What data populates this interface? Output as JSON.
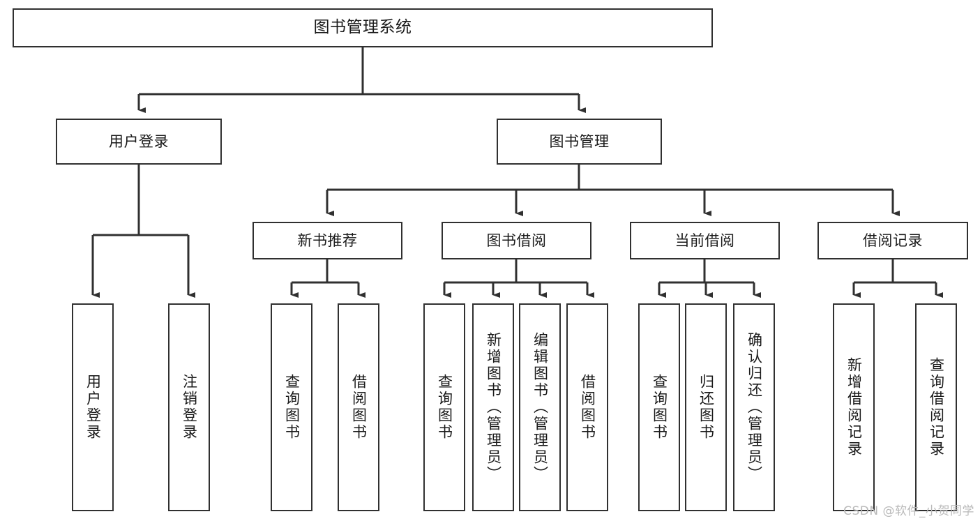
{
  "diagram": {
    "title": "图书管理系统",
    "type": "tree-hierarchy",
    "watermark": "CSDN @软件_小贺同学",
    "colors": {
      "stroke": "#303030",
      "fill": "#ffffff",
      "text": "#1a1a1a",
      "watermark": "#b9b9b9"
    },
    "root": {
      "label": "图书管理系统"
    },
    "level1": [
      {
        "label": "用户登录"
      },
      {
        "label": "图书管理"
      }
    ],
    "level2": [
      {
        "label": "新书推荐"
      },
      {
        "label": "图书借阅"
      },
      {
        "label": "当前借阅"
      },
      {
        "label": "借阅记录"
      }
    ],
    "leaves": {
      "user_login": [
        {
          "label": "用户登录"
        },
        {
          "label": "注销登录"
        }
      ],
      "new_book_recommend": [
        {
          "label": "查询图书"
        },
        {
          "label": "借阅图书"
        }
      ],
      "book_borrow": [
        {
          "label": "查询图书"
        },
        {
          "label": "新增图书（管理员）"
        },
        {
          "label": "编辑图书（管理员）"
        },
        {
          "label": "借阅图书"
        }
      ],
      "current_borrow": [
        {
          "label": "查询图书"
        },
        {
          "label": "归还图书"
        },
        {
          "label": "确认归还（管理员）"
        }
      ],
      "borrow_record": [
        {
          "label": "新增借阅记录"
        },
        {
          "label": "查询借阅记录"
        }
      ]
    }
  }
}
